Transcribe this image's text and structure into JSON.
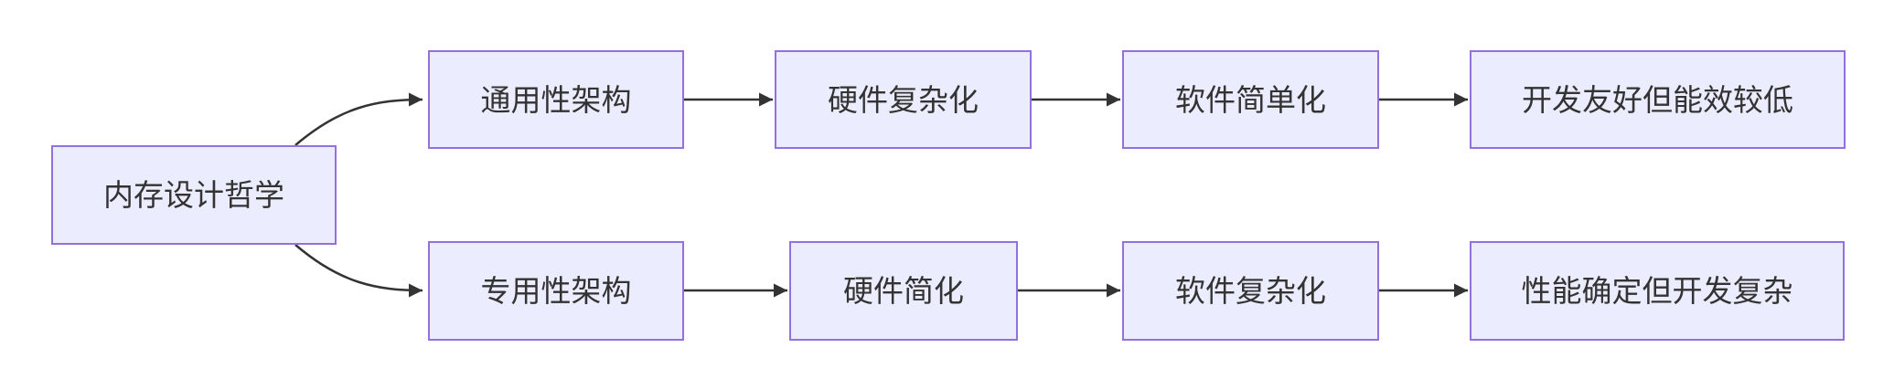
{
  "diagram": {
    "type": "flowchart-left-to-right",
    "root": {
      "label": "内存设计哲学"
    },
    "branches": [
      {
        "name": "general-purpose-path",
        "nodes": [
          "通用性架构",
          "硬件复杂化",
          "软件简单化",
          "开发友好但能效较低"
        ]
      },
      {
        "name": "special-purpose-path",
        "nodes": [
          "专用性架构",
          "硬件简化",
          "软件复杂化",
          "性能确定但开发复杂"
        ]
      }
    ],
    "edges": [
      {
        "from": "内存设计哲学",
        "to": "通用性架构"
      },
      {
        "from": "通用性架构",
        "to": "硬件复杂化"
      },
      {
        "from": "硬件复杂化",
        "to": "软件简单化"
      },
      {
        "from": "软件简单化",
        "to": "开发友好但能效较低"
      },
      {
        "from": "内存设计哲学",
        "to": "专用性架构"
      },
      {
        "from": "专用性架构",
        "to": "硬件简化"
      },
      {
        "from": "硬件简化",
        "to": "软件复杂化"
      },
      {
        "from": "软件复杂化",
        "to": "性能确定但开发复杂"
      }
    ],
    "colors": {
      "node_fill": "#ECECFF",
      "node_border": "#9370DB",
      "edge": "#333333",
      "text": "#333333",
      "background": "#FFFFFF"
    }
  }
}
